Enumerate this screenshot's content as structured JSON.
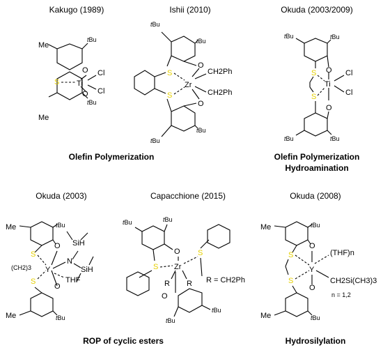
{
  "panels": [
    {
      "title": "Kakugo (1989)",
      "caption_lines": [
        "Olefin Polymerization"
      ]
    },
    {
      "title": "Ishii (2010)",
      "caption_lines": []
    },
    {
      "title": "Okuda (2003/2009)",
      "caption_lines": [
        "Olefin Polymerization",
        "Hydroamination"
      ]
    },
    {
      "title": "Okuda (2003)",
      "caption_lines": [
        "ROP of cyclic esters"
      ]
    },
    {
      "title": "Capacchione (2015)",
      "caption_lines": []
    },
    {
      "title": "Okuda (2008)",
      "caption_lines": [
        "Hydrosilylation"
      ]
    }
  ],
  "labels": {
    "me": "Me",
    "tbu": "tBu",
    "t": "t",
    "bu": "Bu",
    "o": "O",
    "s": "S",
    "cl": "Cl",
    "ti": "Ti",
    "zr": "Zr",
    "y": "Y",
    "ch2ph": "CH2Ph",
    "sih": "SiH",
    "n": "N",
    "thf": "THF",
    "ch2_3": "(CH2)3",
    "r": "R",
    "r_def": "R = CH2Ph",
    "thf_n": "(THF)n",
    "ch2si": "CH2Si(CH3)3",
    "n_def": "n = 1,2"
  },
  "colors": {
    "sulfur": "#e6d000",
    "bond": "#000000",
    "text": "#000000"
  }
}
